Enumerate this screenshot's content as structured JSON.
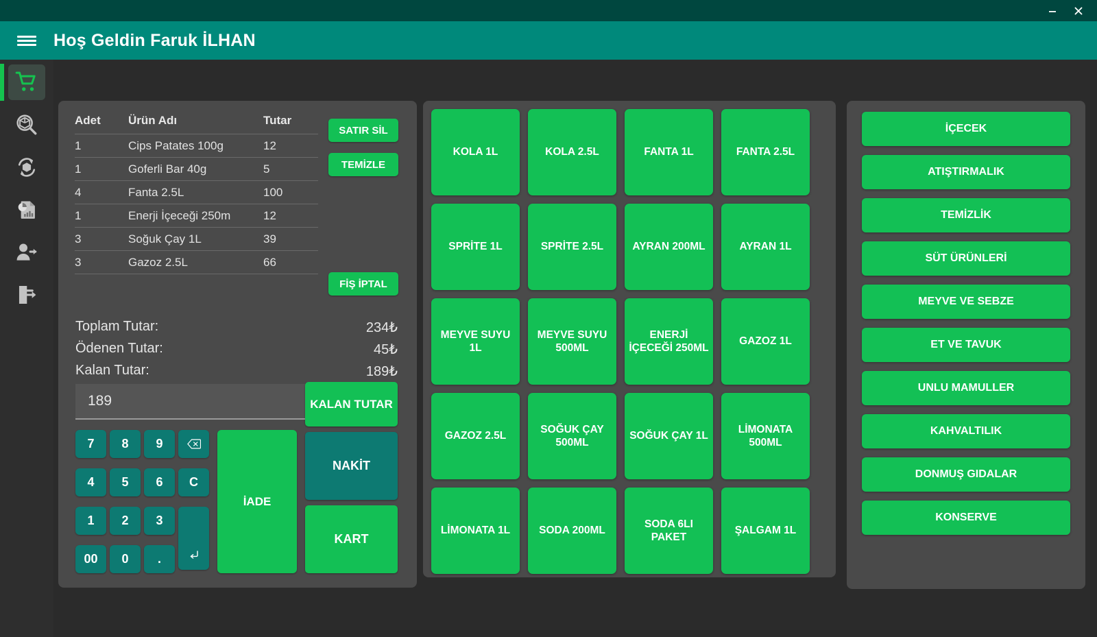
{
  "window": {
    "minimize_label": "minimize",
    "close_label": "close"
  },
  "appbar": {
    "menu_label": "menu",
    "title": "Hoş Geldin Faruk İLHAN"
  },
  "sidebar": {
    "items": [
      {
        "name": "sidebar-item-sales",
        "icon": "shopping-cart-icon",
        "active": true
      },
      {
        "name": "sidebar-item-product-search",
        "icon": "box-search-icon",
        "active": false
      },
      {
        "name": "sidebar-item-stock-update",
        "icon": "box-refresh-icon",
        "active": false
      },
      {
        "name": "sidebar-item-reports",
        "icon": "report-chart-icon",
        "active": false
      },
      {
        "name": "sidebar-item-switch-user",
        "icon": "user-switch-icon",
        "active": false
      },
      {
        "name": "sidebar-item-logout",
        "icon": "logout-icon",
        "active": false
      }
    ]
  },
  "cart": {
    "columns": [
      "Adet",
      "Ürün Adı",
      "Tutar"
    ],
    "rows": [
      {
        "qty": "1",
        "name": "Cips Patates 100g",
        "amount": "12"
      },
      {
        "qty": "1",
        "name": "Goferli Bar 40g",
        "amount": "5"
      },
      {
        "qty": "4",
        "name": "Fanta 2.5L",
        "amount": "100"
      },
      {
        "qty": "1",
        "name": "Enerji İçeceği 250m",
        "amount": "12"
      },
      {
        "qty": "3",
        "name": "Soğuk Çay 1L",
        "amount": "39"
      },
      {
        "qty": "3",
        "name": "Gazoz 2.5L",
        "amount": "66"
      }
    ],
    "delete_row_label": "SATIR SİL",
    "clear_label": "TEMİZLE",
    "cancel_receipt_label": "FİŞ İPTAL"
  },
  "totals": {
    "total_label": "Toplam Tutar:",
    "total_value": "234₺",
    "paid_label": "Ödenen Tutar:",
    "paid_value": "45₺",
    "remaining_label": "Kalan Tutar:",
    "remaining_value": "189₺"
  },
  "payment": {
    "amount_value": "189",
    "amount_placeholder": "",
    "remaining_button_label": "KALAN TUTAR",
    "cash_label": "NAKİT",
    "card_label": "KART",
    "refund_label": "İADE"
  },
  "keypad": {
    "keys": [
      {
        "label": "7",
        "name": "key-7"
      },
      {
        "label": "8",
        "name": "key-8"
      },
      {
        "label": "9",
        "name": "key-9"
      },
      {
        "label": "",
        "name": "key-backspace",
        "icon": "backspace-icon"
      },
      {
        "label": "4",
        "name": "key-4"
      },
      {
        "label": "5",
        "name": "key-5"
      },
      {
        "label": "6",
        "name": "key-6"
      },
      {
        "label": "C",
        "name": "key-clear"
      },
      {
        "label": "1",
        "name": "key-1"
      },
      {
        "label": "2",
        "name": "key-2"
      },
      {
        "label": "3",
        "name": "key-3"
      },
      {
        "label": "",
        "name": "key-enter",
        "icon": "enter-icon"
      },
      {
        "label": "00",
        "name": "key-00"
      },
      {
        "label": "0",
        "name": "key-0"
      },
      {
        "label": ".",
        "name": "key-decimal"
      }
    ]
  },
  "products": [
    "KOLA 1L",
    "KOLA 2.5L",
    "FANTA 1L",
    "FANTA 2.5L",
    "SPRİTE 1L",
    "SPRİTE 2.5L",
    "AYRAN 200ML",
    "AYRAN 1L",
    "MEYVE SUYU 1L",
    "MEYVE SUYU 500ML",
    "ENERJİ İÇECEĞİ 250ML",
    "GAZOZ 1L",
    "GAZOZ 2.5L",
    "SOĞUK ÇAY 500ML",
    "SOĞUK ÇAY 1L",
    "LİMONATA 500ML",
    "LİMONATA 1L",
    "SODA 200ML",
    "SODA 6LI PAKET",
    "ŞALGAM 1L"
  ],
  "categories": [
    "İÇECEK",
    "ATIŞTIRMALIK",
    "TEMİZLİK",
    "SÜT ÜRÜNLERİ",
    "MEYVE VE SEBZE",
    "ET VE TAVUK",
    "UNLU MAMULLER",
    "KAHVALTILIK",
    "DONMUŞ GIDALAR",
    "KONSERVE"
  ],
  "colors": {
    "titlebar": "#00473f",
    "appbar": "#00897b",
    "page_background": "#2b2b2b",
    "panel_background": "#4a4a4a",
    "sidebar_background": "#2e2e2e",
    "accent_green": "#13c055",
    "accent_teal": "#0d7a72"
  }
}
